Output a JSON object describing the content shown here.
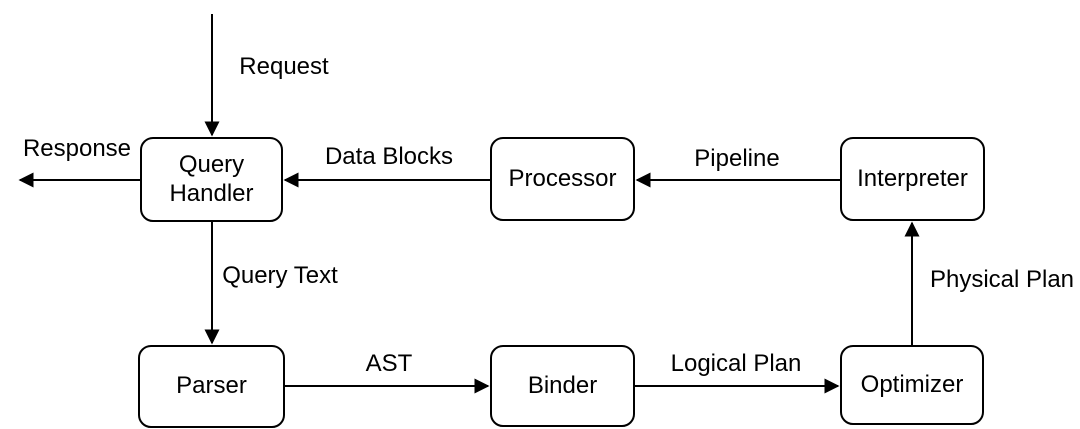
{
  "diagram": {
    "description": "Query processing pipeline flowchart"
  },
  "colors": {
    "background": "#ffffff",
    "stroke": "#000000",
    "node_fill": "#ffffff",
    "text": "#000000"
  },
  "nodes": {
    "query_handler": {
      "label": "Query Handler"
    },
    "processor": {
      "label": "Processor"
    },
    "interpreter": {
      "label": "Interpreter"
    },
    "parser": {
      "label": "Parser"
    },
    "binder": {
      "label": "Binder"
    },
    "optimizer": {
      "label": "Optimizer"
    }
  },
  "edges": {
    "request": {
      "label": "Request",
      "from": "external",
      "to": "Query Handler",
      "direction": "down"
    },
    "response": {
      "label": "Response",
      "from": "Query Handler",
      "to": "external",
      "direction": "left"
    },
    "data_blocks": {
      "label": "Data Blocks",
      "from": "Processor",
      "to": "Query Handler",
      "direction": "left"
    },
    "pipeline": {
      "label": "Pipeline",
      "from": "Interpreter",
      "to": "Processor",
      "direction": "left"
    },
    "query_text": {
      "label": "Query Text",
      "from": "Query Handler",
      "to": "Parser",
      "direction": "down"
    },
    "ast": {
      "label": "AST",
      "from": "Parser",
      "to": "Binder",
      "direction": "right"
    },
    "logical_plan": {
      "label": "Logical Plan",
      "from": "Binder",
      "to": "Optimizer",
      "direction": "right"
    },
    "physical_plan": {
      "label": "Physical Plan",
      "from": "Optimizer",
      "to": "Interpreter",
      "direction": "up"
    }
  }
}
